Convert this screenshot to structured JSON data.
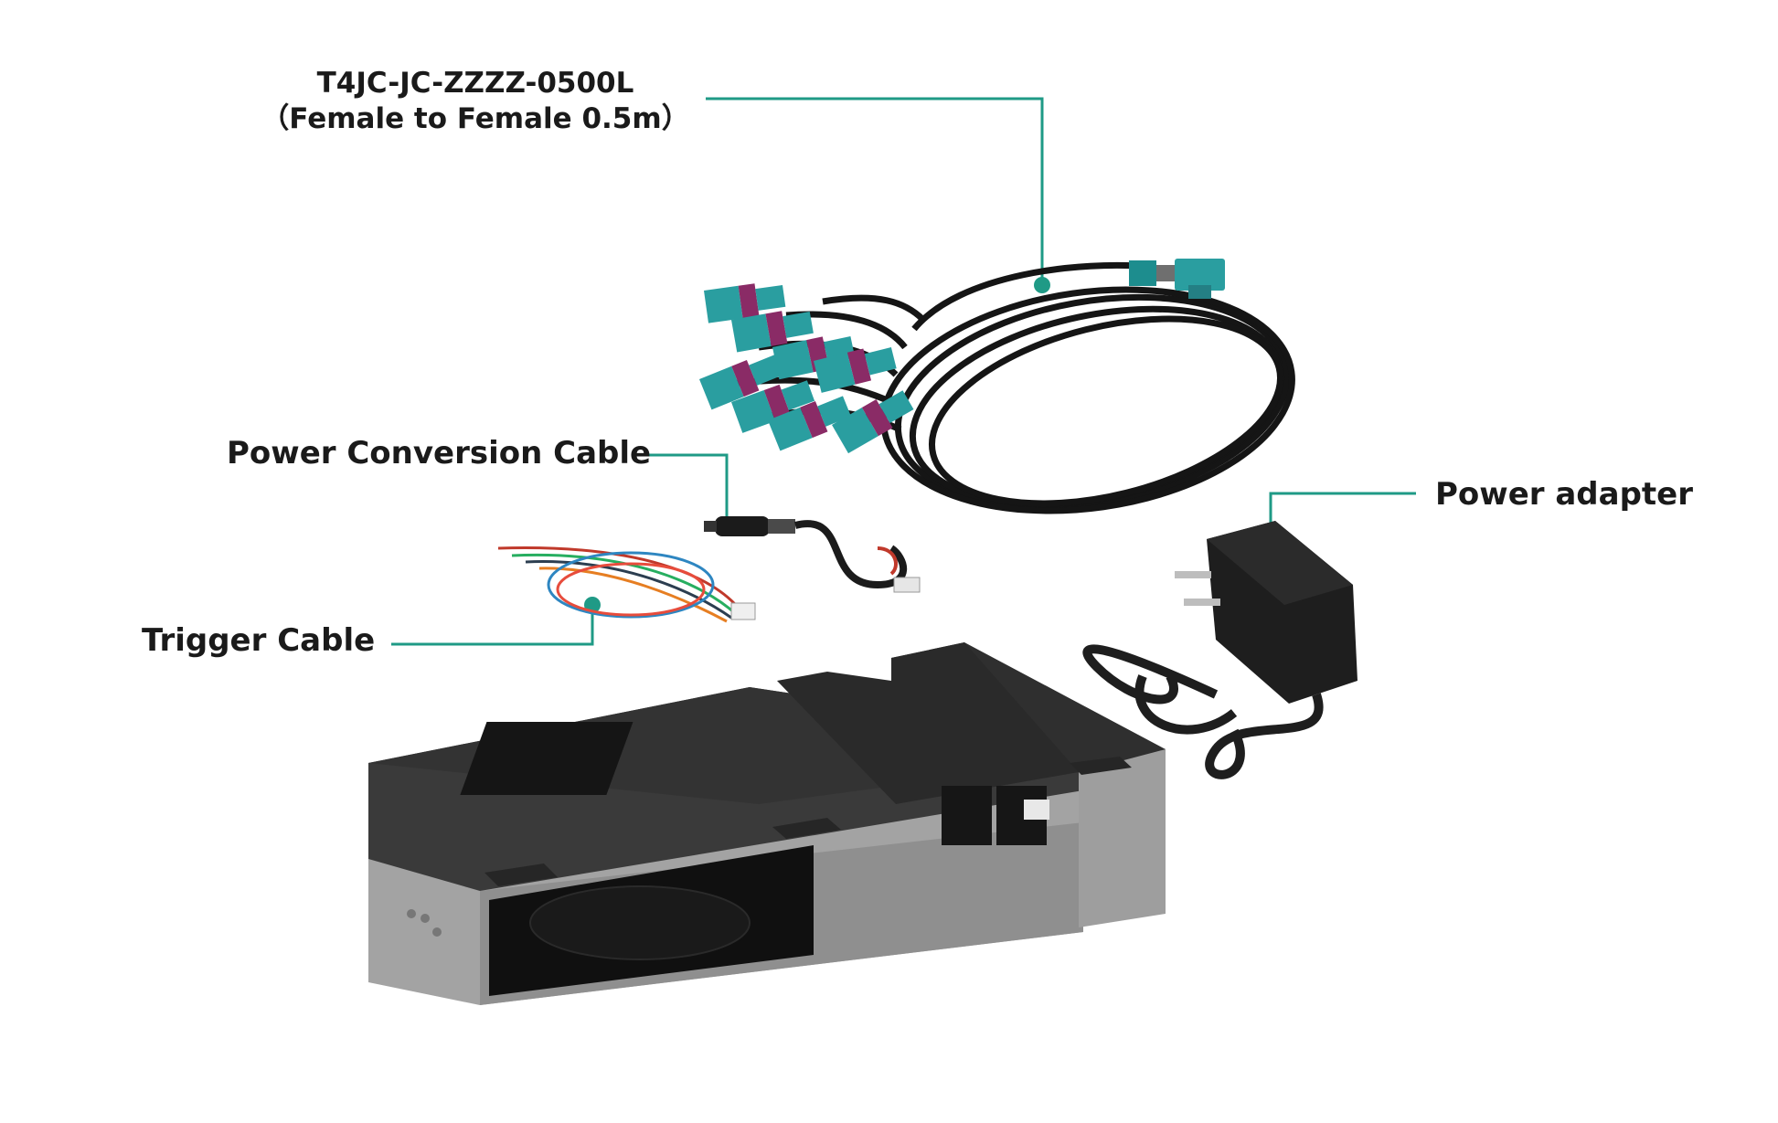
{
  "labels": {
    "cable_model": "T4JC-JC-ZZZZ-0500L",
    "cable_desc": "（Female to Female  0.5m）",
    "power_conversion": "Power Conversion Cable",
    "trigger": "Trigger Cable",
    "power_adapter": "Power adapter"
  },
  "colors": {
    "leader": "#1f9a86",
    "connector": "#2a9ea0",
    "connector_band": "#8a2b66",
    "cable": "#151515",
    "device_top": "#3a3a3a",
    "device_body": "#a9a9a9"
  }
}
